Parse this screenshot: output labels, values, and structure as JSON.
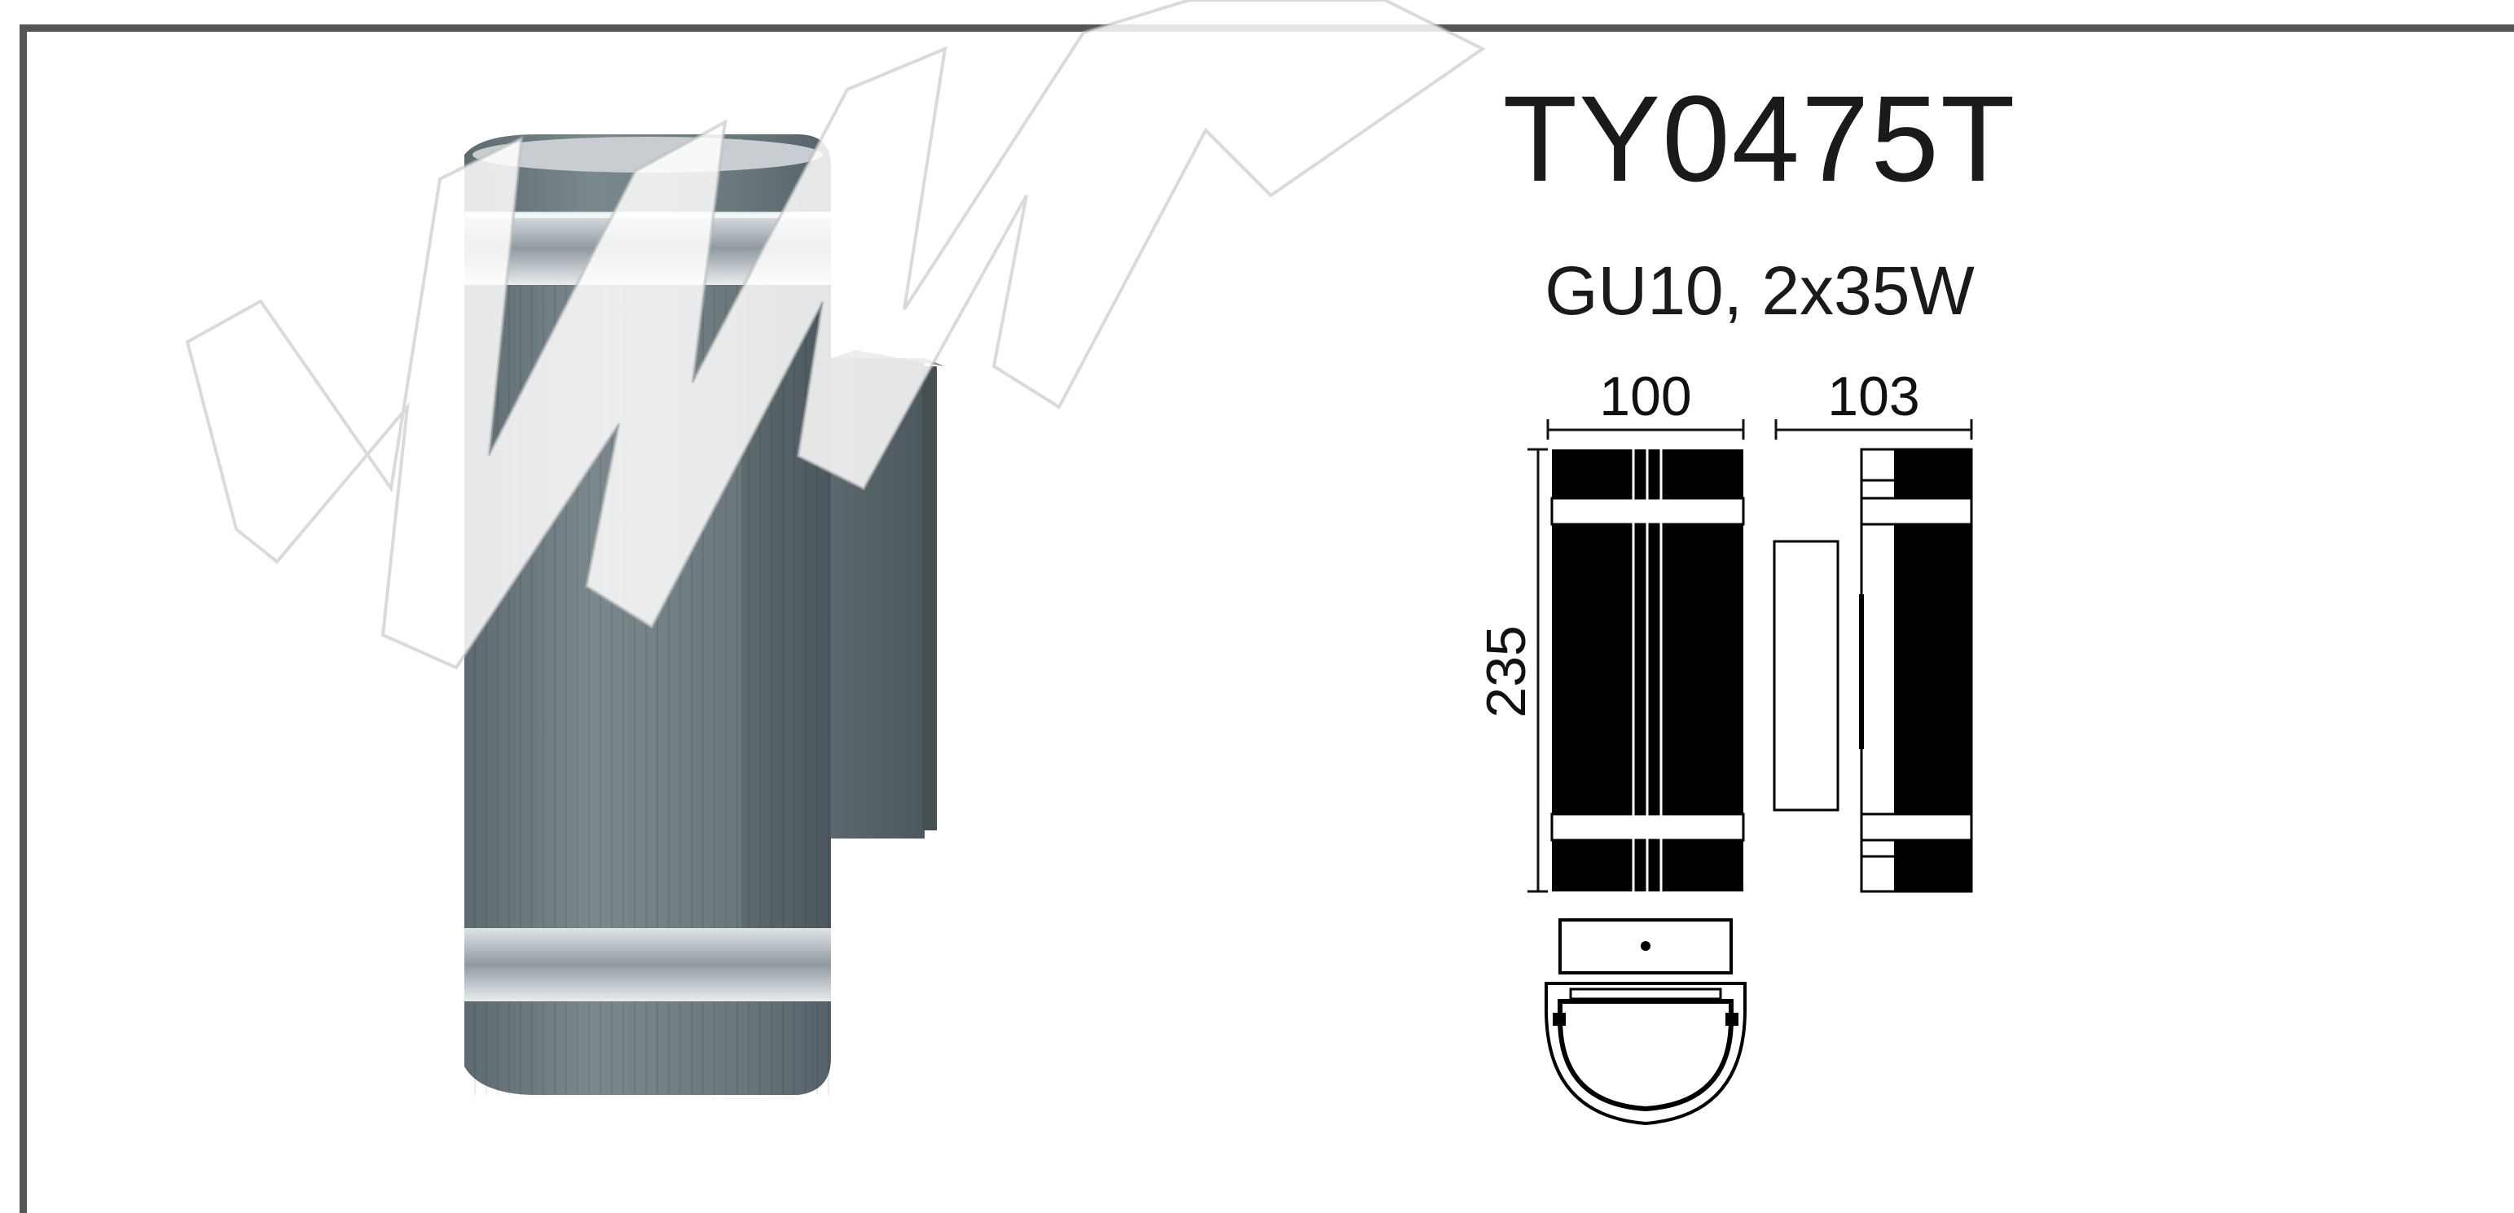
{
  "product": {
    "model": "TY0475T",
    "spec": "GU10, 2x35W"
  },
  "dimensions": {
    "width": "100",
    "depth": "103",
    "height": "235"
  },
  "watermark": {
    "kind": "zigzag-w-watermark-graphic"
  },
  "colors": {
    "frame": "#555555",
    "housing": "#6e7b80",
    "drawing_fill": "#000000"
  }
}
